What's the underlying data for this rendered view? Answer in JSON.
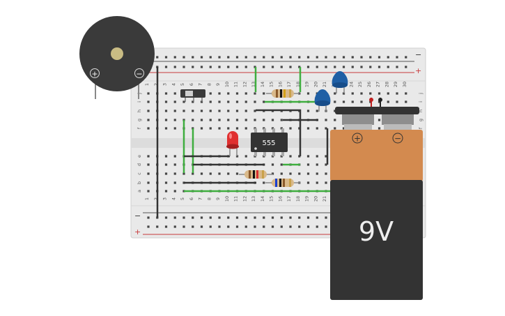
{
  "breadboard": {
    "column_labels": [
      "1",
      "2",
      "3",
      "4",
      "5",
      "6",
      "7",
      "8",
      "9",
      "10",
      "11",
      "12",
      "13",
      "14",
      "15",
      "16",
      "17",
      "18",
      "19",
      "20",
      "21",
      "22",
      "23",
      "24",
      "25",
      "26",
      "27",
      "28",
      "29",
      "30"
    ],
    "row_labels_top": [
      "j",
      "i",
      "h",
      "g",
      "f"
    ],
    "row_labels_bottom": [
      "e",
      "d",
      "c",
      "b",
      "a"
    ],
    "rail_plus": "+",
    "rail_minus": "−"
  },
  "buzzer": {
    "plus": "+",
    "minus": "−"
  },
  "ic": {
    "label": "555"
  },
  "battery": {
    "label": "9V",
    "plus": "+",
    "minus": "−"
  },
  "colors": {
    "wire_green": "#3fae3f",
    "wire_black": "#333333",
    "rail_red": "#c8393b",
    "battery_top": "#d38a4f",
    "battery_body": "#333333",
    "capacitor_blue": "#1f5fa5",
    "led_red": "#e03030"
  }
}
